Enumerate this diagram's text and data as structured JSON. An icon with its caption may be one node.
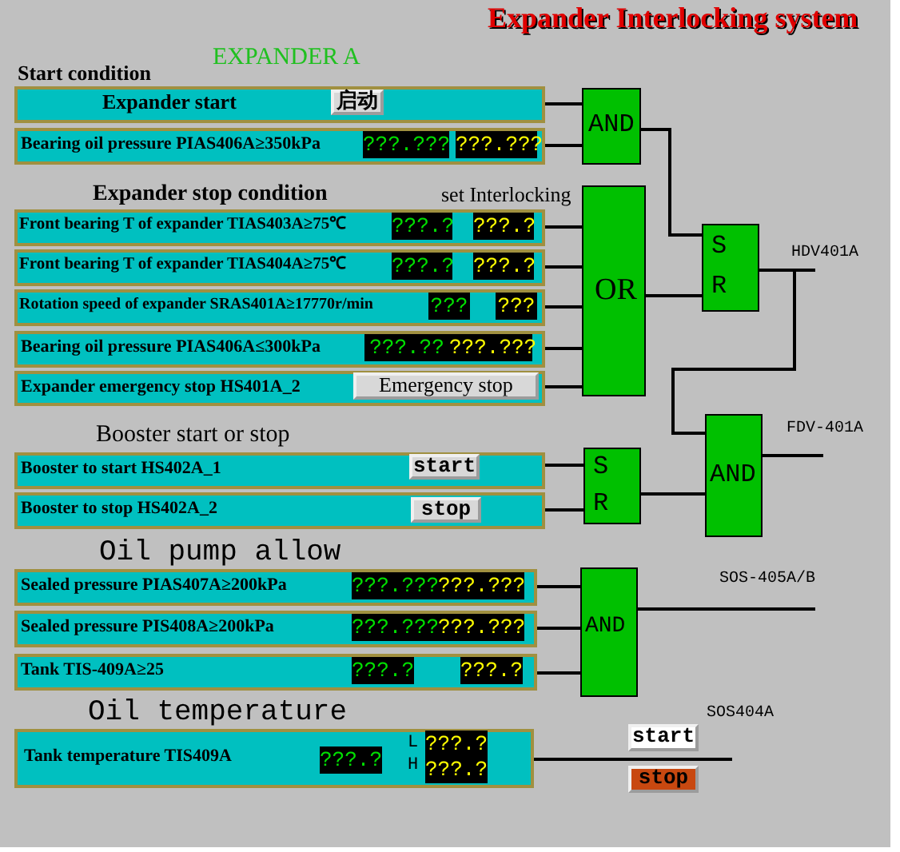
{
  "diagram": {
    "title": "Expander Interlocking system",
    "nodes": [
      {
        "text": [
          "Expander start",
          "启动"
        ]
      },
      {
        "text": [
          "Bearing oil pressure PIAS406A≥350kPa",
          "???.???",
          "???.???"
        ]
      },
      {
        "text": [
          "Front bearing T of expander TIAS403A≥75℃",
          "???.?",
          "???.?"
        ]
      },
      {
        "text": [
          "Front bearing T of expander TIAS404A≥75℃",
          "???.?",
          "???.?"
        ]
      },
      {
        "text": [
          "Rotation speed of expander SRAS401A≥17770r/min",
          "???",
          "???"
        ]
      },
      {
        "text": [
          "Bearing oil pressure PIAS406A≤300kPa",
          "???.??",
          "???.???"
        ]
      },
      {
        "text": [
          "Expander emergency stop HS401A_2",
          "Emergency stop"
        ]
      },
      {
        "text": [
          "Booster to start HS402A_1",
          "start"
        ]
      },
      {
        "text": [
          "Booster to stop HS402A_2",
          "stop"
        ]
      },
      {
        "text": [
          "Sealed pressure PIAS407A≥200kPa",
          "???.???",
          "???.???"
        ]
      },
      {
        "text": [
          "Sealed pressure PIS408A≥200kPa",
          "???.???",
          "???.???"
        ]
      },
      {
        "text": [
          "Tank TIS-409A≥25",
          "???.?",
          "???.?"
        ]
      },
      {
        "text": [
          "Tank temperature TIS409A",
          "???.?",
          "L",
          "???.?",
          "H",
          "???.?"
        ]
      },
      {
        "text": [
          "AND"
        ]
      },
      {
        "text": [
          "OR"
        ]
      },
      {
        "text": [
          "S",
          "R"
        ]
      },
      {
        "text": [
          "S",
          "R"
        ]
      },
      {
        "text": [
          "AND"
        ]
      },
      {
        "text": [
          "AND"
        ]
      }
    ],
    "edges": [
      {
        "from": 0,
        "to": 13,
        "arrow": "none"
      },
      {
        "from": 1,
        "to": 13,
        "arrow": "none"
      },
      {
        "from": 2,
        "to": 14,
        "arrow": "none"
      },
      {
        "from": 3,
        "to": 14,
        "arrow": "none"
      },
      {
        "from": 4,
        "to": 14,
        "arrow": "none"
      },
      {
        "from": 5,
        "to": 14,
        "arrow": "none"
      },
      {
        "from": 6,
        "to": 14,
        "arrow": "none"
      },
      {
        "from": 13,
        "to": 15,
        "arrow": "none"
      },
      {
        "from": 14,
        "to": 15,
        "arrow": "none"
      },
      {
        "from": 15,
        "to": null,
        "arrow": "none",
        "label": "HDV401A"
      },
      {
        "from": 15,
        "to": 17,
        "arrow": "none"
      },
      {
        "from": 7,
        "to": 16,
        "arrow": "none"
      },
      {
        "from": 8,
        "to": 16,
        "arrow": "none"
      },
      {
        "from": 16,
        "to": 17,
        "arrow": "none"
      },
      {
        "from": 17,
        "to": null,
        "arrow": "none",
        "label": "FDV-401A"
      },
      {
        "from": 9,
        "to": 18,
        "arrow": "none"
      },
      {
        "from": 10,
        "to": 18,
        "arrow": "none"
      },
      {
        "from": 11,
        "to": 18,
        "arrow": "none"
      },
      {
        "from": 18,
        "to": null,
        "arrow": "none",
        "label": "SOS-405A/B"
      },
      {
        "from": 12,
        "to": null,
        "arrow": "none",
        "label": "SOS404A"
      }
    ],
    "labels": [
      "EXPANDER A",
      "Start condition",
      "Expander stop condition",
      "set Interlocking",
      "Booster start or stop",
      "Oil pump allow",
      "Oil temperature",
      "start",
      "stop"
    ]
  }
}
